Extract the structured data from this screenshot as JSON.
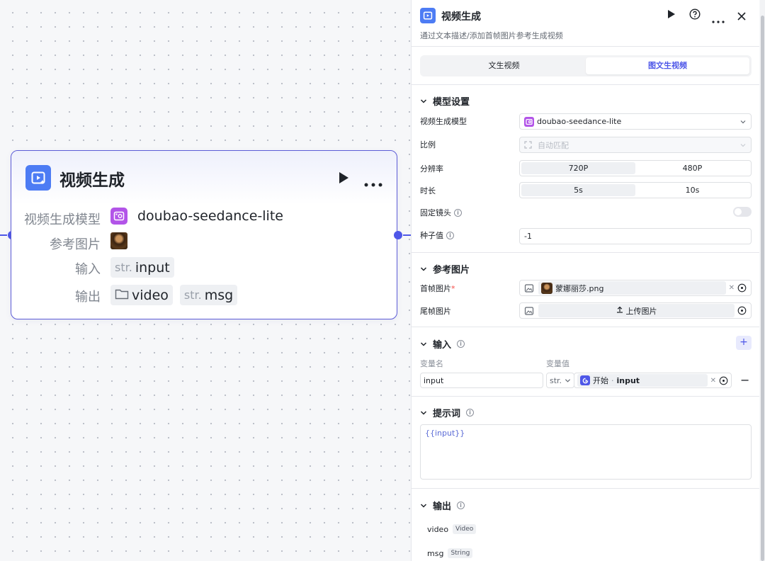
{
  "canvas": {
    "node": {
      "title": "视频生成",
      "rows": {
        "model_label": "视频生成模型",
        "model_value": "doubao-seedance-lite",
        "ref_label": "参考图片",
        "input_label": "输入",
        "input_type": "str.",
        "input_name": "input",
        "output_label": "输出",
        "output_video": "video",
        "output_msg_type": "str.",
        "output_msg": "msg"
      }
    }
  },
  "panel": {
    "title": "视频生成",
    "description": "通过文本描述/添加首帧图片参考生成视频",
    "tabs": [
      {
        "label": "文生视频",
        "active": false
      },
      {
        "label": "图文生视频",
        "active": true
      }
    ],
    "model_section": {
      "title": "模型设置",
      "model_label": "视频生成模型",
      "model_value": "doubao-seedance-lite",
      "ratio_label": "比例",
      "ratio_value": "自动匹配",
      "resolution_label": "分辨率",
      "resolution_options": [
        "720P",
        "480P"
      ],
      "resolution_selected": "720P",
      "duration_label": "时长",
      "duration_options": [
        "5s",
        "10s"
      ],
      "duration_selected": "5s",
      "fixed_camera_label": "固定镜头",
      "fixed_camera_on": false,
      "seed_label": "种子值",
      "seed_value": "-1"
    },
    "ref_section": {
      "title": "参考图片",
      "first_frame_label": "首帧图片",
      "required_mark": "*",
      "first_frame_file": "蒙娜丽莎.png",
      "last_frame_label": "尾帧图片",
      "upload_label": "上传图片"
    },
    "input_section": {
      "title": "输入",
      "add_label": "+",
      "col_name": "变量名",
      "col_value": "变量值",
      "var_name": "input",
      "var_type": "str.",
      "ref_source": "开始",
      "ref_sep": " · ",
      "ref_field": "input",
      "remove_label": "−"
    },
    "prompt_section": {
      "title": "提示词",
      "value": "{{input}}"
    },
    "output_section": {
      "title": "输出",
      "items": [
        {
          "name": "video",
          "type": "Video"
        },
        {
          "name": "msg",
          "type": "String"
        }
      ]
    }
  },
  "colors": {
    "accent": "#4e57e8",
    "node_icon": "#4d7cf4",
    "model_icon": "#b254e8"
  },
  "icons": [
    "video-gen-icon",
    "play-icon",
    "more-icon",
    "help-icon",
    "close-icon",
    "chevron-down-icon",
    "info-icon",
    "image-icon",
    "upload-icon",
    "target-icon",
    "plus-icon",
    "folder-icon"
  ]
}
